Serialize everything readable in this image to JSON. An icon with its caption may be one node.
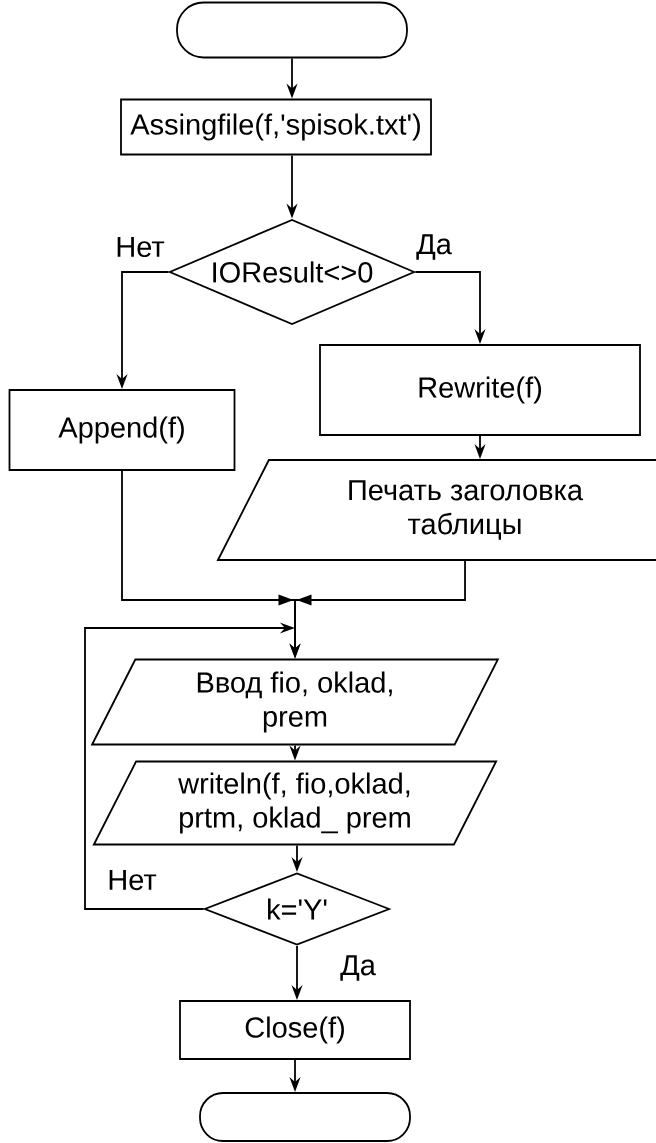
{
  "diagram": {
    "nodes": [
      {
        "text": [],
        "shape": "oval"
      },
      {
        "text": [
          "Assingfile(f,'spisok.txt')"
        ]
      },
      {
        "text": [
          "IOResult<>0"
        ]
      },
      {
        "text": [
          "Rewrite(f)"
        ]
      },
      {
        "text": [
          "Append(f)"
        ]
      },
      {
        "text": [
          "Печать заголовка таблицы"
        ]
      },
      {
        "text": [
          "Ввод fio, oklad, prem"
        ]
      },
      {
        "text": [
          "writeln(f, fio,oklad, prtm, oklad_ prem"
        ]
      },
      {
        "text": [
          "k='Y'"
        ]
      },
      {
        "text": [
          "Close(f)"
        ]
      },
      {
        "text": [],
        "shape": "oval"
      }
    ],
    "edges": [
      {
        "from": 0,
        "to": 1,
        "arrow": "to"
      },
      {
        "from": 1,
        "to": 2,
        "arrow": "to"
      },
      {
        "from": 2,
        "to": 4,
        "label": "Нет",
        "arrow": "to"
      },
      {
        "from": 2,
        "to": 3,
        "label": "Да",
        "arrow": "to"
      },
      {
        "from": 3,
        "to": 5,
        "arrow": "to"
      },
      {
        "from": 4,
        "to": 6,
        "arrow": "to"
      },
      {
        "from": 5,
        "to": 6,
        "arrow": "to"
      },
      {
        "from": 6,
        "to": 7,
        "arrow": "to"
      },
      {
        "from": 7,
        "to": 8,
        "arrow": "to"
      },
      {
        "from": 8,
        "to": 6,
        "label": "Нет",
        "arrow": "to"
      },
      {
        "from": 8,
        "to": 9,
        "label": "Да",
        "arrow": "to"
      },
      {
        "from": 9,
        "to": 10,
        "arrow": "to"
      }
    ]
  }
}
